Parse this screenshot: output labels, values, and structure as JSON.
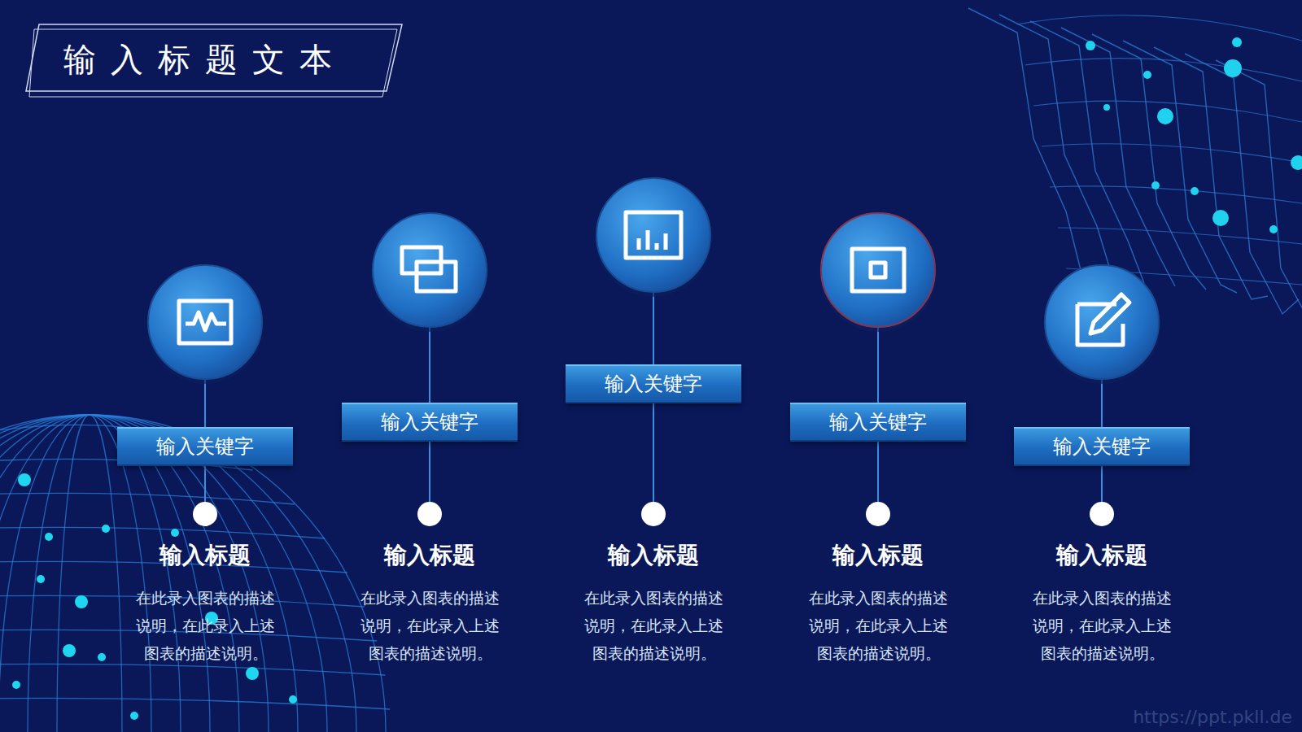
{
  "diagram": {
    "title": "输入标题文本",
    "nodes": [
      {
        "text": [
          "输入关键字"
        ]
      },
      {
        "text": [
          "输入关键字"
        ]
      },
      {
        "text": [
          "输入关键字"
        ]
      },
      {
        "text": [
          "输入关键字"
        ]
      },
      {
        "text": [
          "输入关键字"
        ]
      }
    ],
    "labels": [
      "输入标题",
      "在此录入图表的描述 说明，在此录入上述 图表的描述说明。",
      "输入标题",
      "在此录入图表的描述 说明，在此录入上述 图表的描述说明。",
      "输入标题",
      "在此录入图表的描述 说明，在此录入上述 图表的描述说明。",
      "输入标题",
      "在此录入图表的描述 说明，在此录入上述 图表的描述说明。",
      "输入标题",
      "在此录入图表的描述 说明，在此录入上述 图表的描述说明。",
      "https://ppt.pkll.de"
    ]
  }
}
